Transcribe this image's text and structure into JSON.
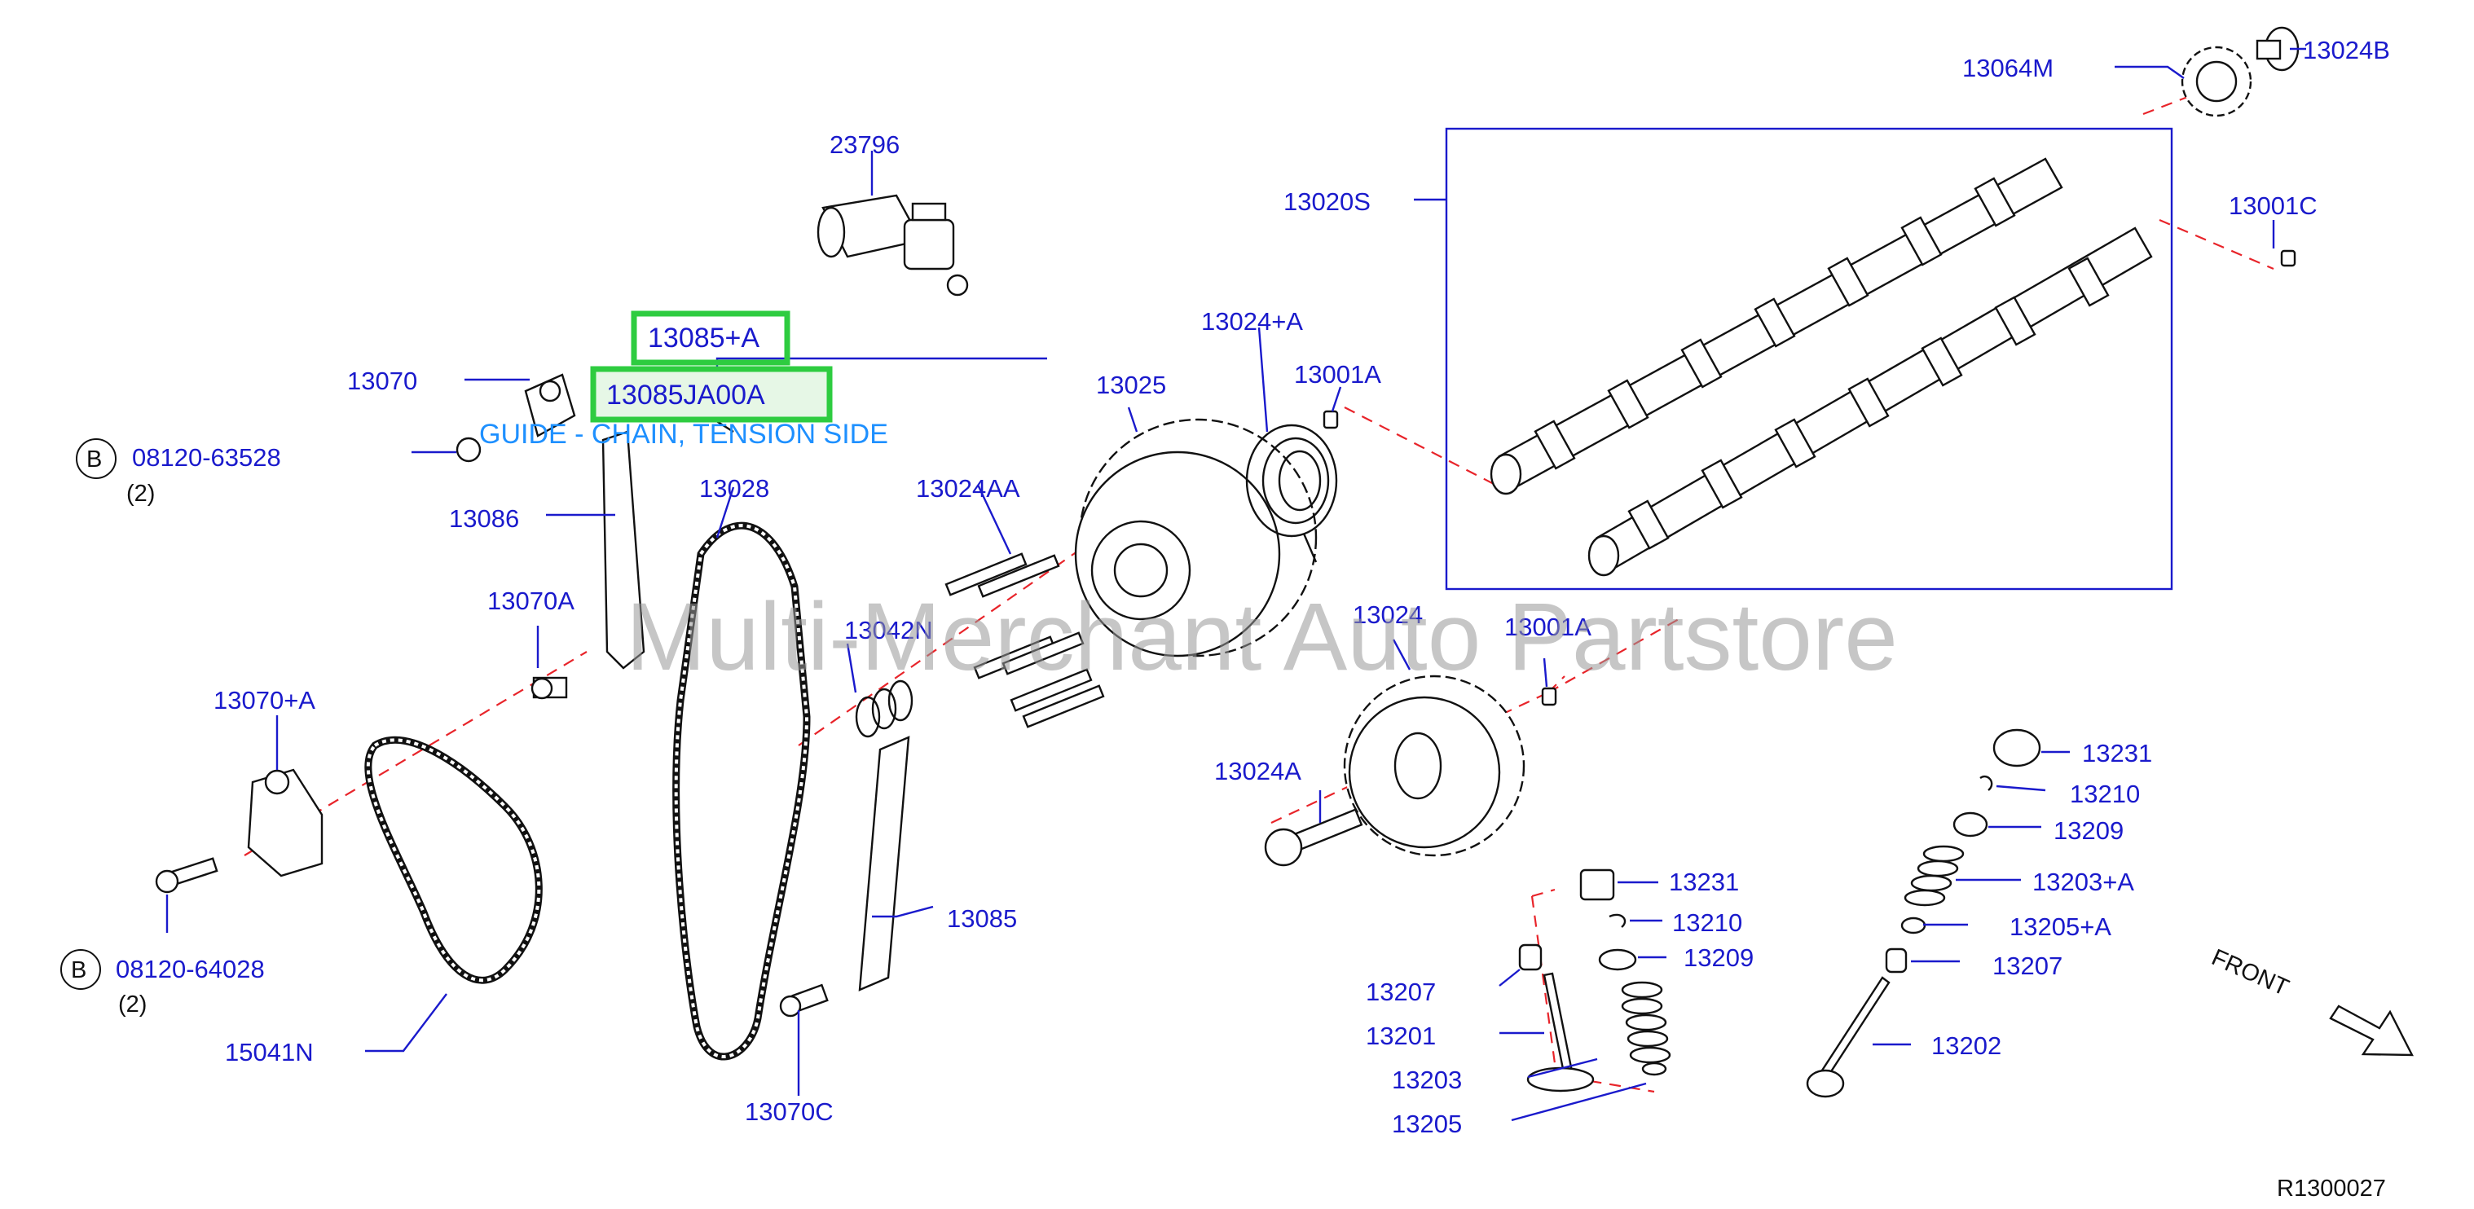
{
  "parts": {
    "p23796": "23796",
    "p13085a": "13085+A",
    "p13085ja": "13085JA00A",
    "desc": "GUIDE - CHAIN, TENSION SIDE",
    "p13070": "13070",
    "b1_letter": "B",
    "b1_num": "08120-63528",
    "b1_qty": "(2)",
    "p13086": "13086",
    "p13028": "13028",
    "p13070a": "13070A",
    "p13070plusa": "13070+A",
    "b2_letter": "B",
    "b2_num": "08120-64028",
    "b2_qty": "(2)",
    "p15041n": "15041N",
    "p13070c": "13070C",
    "p13085": "13085",
    "p13042n": "13042N",
    "p13024aa": "13024AA",
    "p13025": "13025",
    "p13024plusa": "13024+A",
    "p13001a_top": "13001A",
    "p13020s": "13020S",
    "p13064m": "13064M",
    "p13024b": "13024B",
    "p13001c": "13001C",
    "p13024": "13024",
    "p13001a_mid": "13001A",
    "p13024a": "13024A",
    "p13231_l": "13231",
    "p13210_l": "13210",
    "p13209_l": "13209",
    "p13207_l": "13207",
    "p13201": "13201",
    "p13203": "13203",
    "p13205": "13205",
    "p13231_r": "13231",
    "p13210_r": "13210",
    "p13209_r": "13209",
    "p13203plusa": "13203+A",
    "p13205plusa": "13205+A",
    "p13207_r": "13207",
    "p13202": "13202",
    "front": "FRONT",
    "ref": "R1300027"
  },
  "watermark": "Multi-Merchant Auto Partstore",
  "colors": {
    "label": "#1a1acc",
    "highlight": "#2ecc40",
    "description": "#1e90ff",
    "centerline": "#e8242a"
  }
}
